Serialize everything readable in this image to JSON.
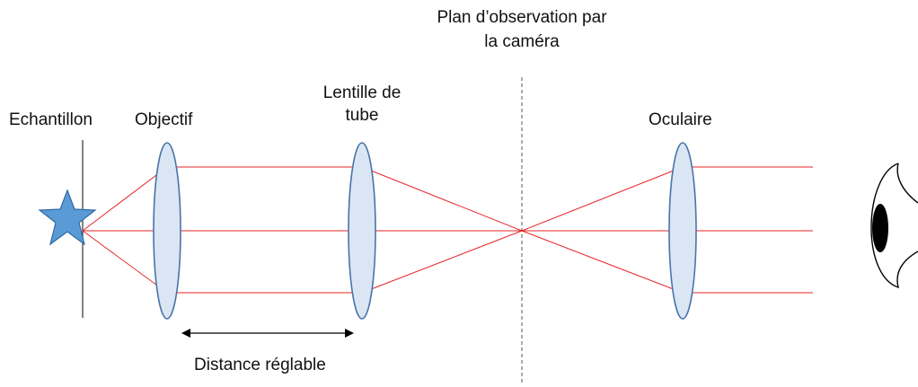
{
  "labels": {
    "sample": "Echantillon",
    "objective": "Objectif",
    "tube_lens_line1": "Lentille de",
    "tube_lens_line2": "tube",
    "camera_plane_line1": "Plan d’observation par",
    "camera_plane_line2": "la caméra",
    "eyepiece": "Oculaire",
    "adjustable_distance": "Distance réglable"
  },
  "colors": {
    "ray": "#e8262a",
    "lens_fill": "#dbe6f4",
    "lens_stroke": "#4a73a8",
    "star_fill": "#5b9bd5",
    "star_stroke": "#2e6aa6",
    "axis_line": "#333333",
    "dashed_line": "#555555",
    "arrow": "#000000",
    "eye_stroke": "#000000",
    "pupil": "#000000"
  },
  "icons": {
    "sample": "star-icon",
    "observer": "eye-icon"
  }
}
